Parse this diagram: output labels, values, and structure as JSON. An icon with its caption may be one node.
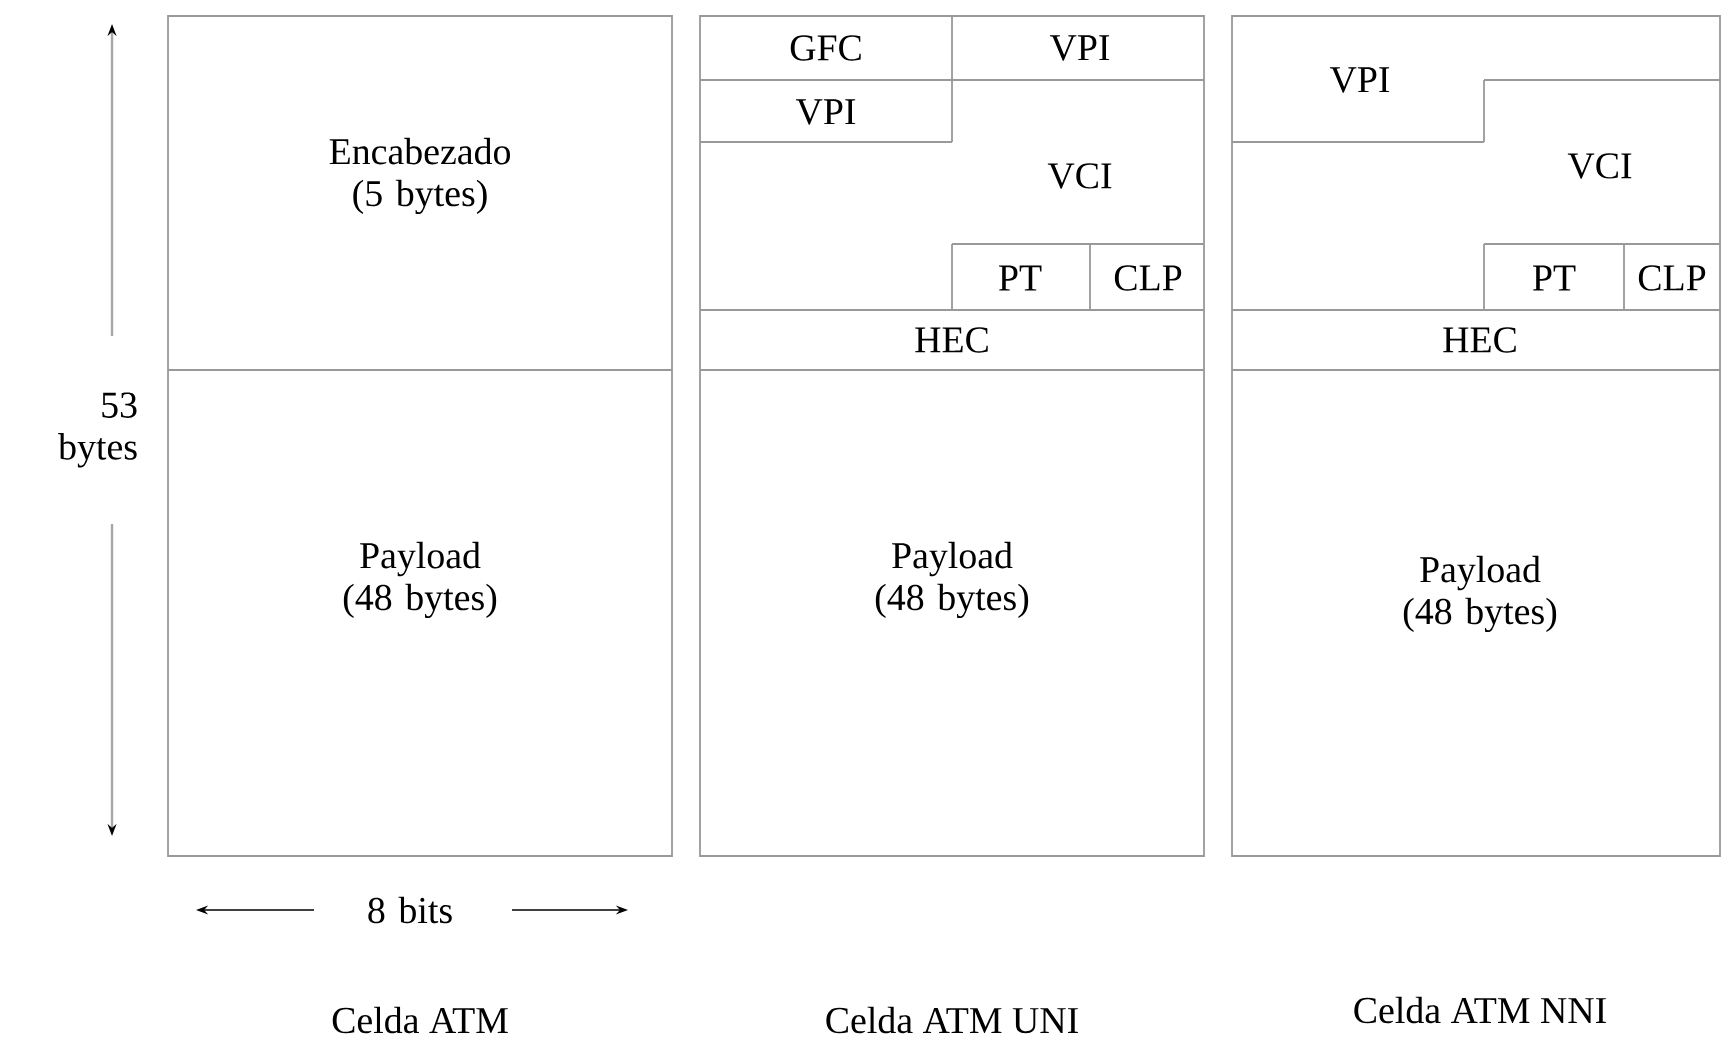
{
  "diagram": {
    "nodes": [
      {
        "text": [
          "Celda ATM"
        ]
      },
      {
        "text": [
          "Encabezado (5 bytes)"
        ],
        "in": 0
      },
      {
        "text": [
          "Payload (48 bytes)"
        ],
        "in": 0
      },
      {
        "text": [
          "Celda ATM UNI"
        ]
      },
      {
        "text": [
          "GFC"
        ],
        "in": 3
      },
      {
        "text": [
          "VPI"
        ],
        "in": 3
      },
      {
        "text": [
          "VPI"
        ],
        "in": 3
      },
      {
        "text": [
          "VCI"
        ],
        "in": 3
      },
      {
        "text": [
          "PT"
        ],
        "in": 3
      },
      {
        "text": [
          "CLP"
        ],
        "in": 3
      },
      {
        "text": [
          "HEC"
        ],
        "in": 3
      },
      {
        "text": [
          "Payload (48 bytes)"
        ],
        "in": 3
      },
      {
        "text": [
          "Celda ATM NNI"
        ]
      },
      {
        "text": [
          "VPI"
        ],
        "in": 12
      },
      {
        "text": [
          "VCI"
        ],
        "in": 12
      },
      {
        "text": [
          "PT"
        ],
        "in": 12
      },
      {
        "text": [
          "CLP"
        ],
        "in": 12
      },
      {
        "text": [
          "HEC"
        ],
        "in": 12
      },
      {
        "text": [
          "Payload (48 bytes)"
        ],
        "in": 12
      }
    ],
    "edges": [],
    "labels": [
      "53 bytes",
      "8 bits"
    ]
  }
}
